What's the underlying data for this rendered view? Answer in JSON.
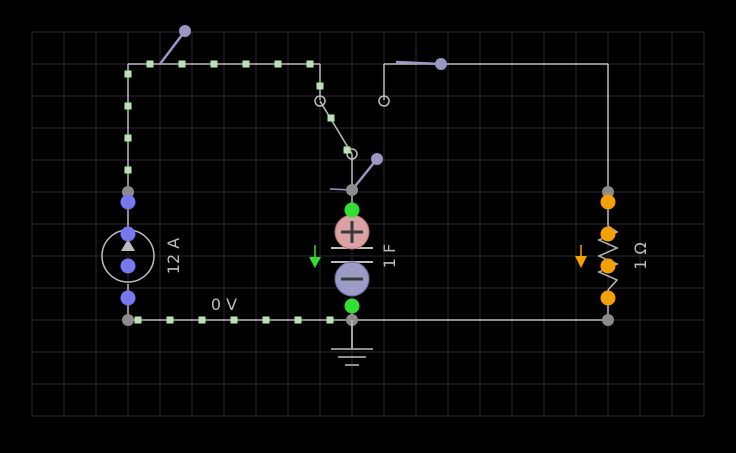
{
  "circuit": {
    "voltage_probe_label": "0 V",
    "current_source": {
      "label": "12 A"
    },
    "capacitor": {
      "label": "1 F"
    },
    "resistor": {
      "label": "1 Ω"
    }
  },
  "colors": {
    "background": "#000000",
    "grid": "#2a2a2a",
    "wire": "#bdbdbd",
    "current_dot": "#b9e4b4",
    "terminal_neutral": "#8c8c8c",
    "terminal_blue": "#7878ee",
    "terminal_green": "#33dd33",
    "terminal_orange": "#f5a000",
    "switch": "#9a97c4",
    "capacitor_positive": "#d9a3a3",
    "capacitor_negative": "#9c9bc6",
    "current_arrow_green": "#33dd33",
    "current_arrow_orange": "#f5a000",
    "label_text": "#bdbdbd"
  },
  "icons": {
    "current_source": "current-source-symbol",
    "ground": "ground-symbol",
    "switch": "spdt-switch-symbol"
  }
}
